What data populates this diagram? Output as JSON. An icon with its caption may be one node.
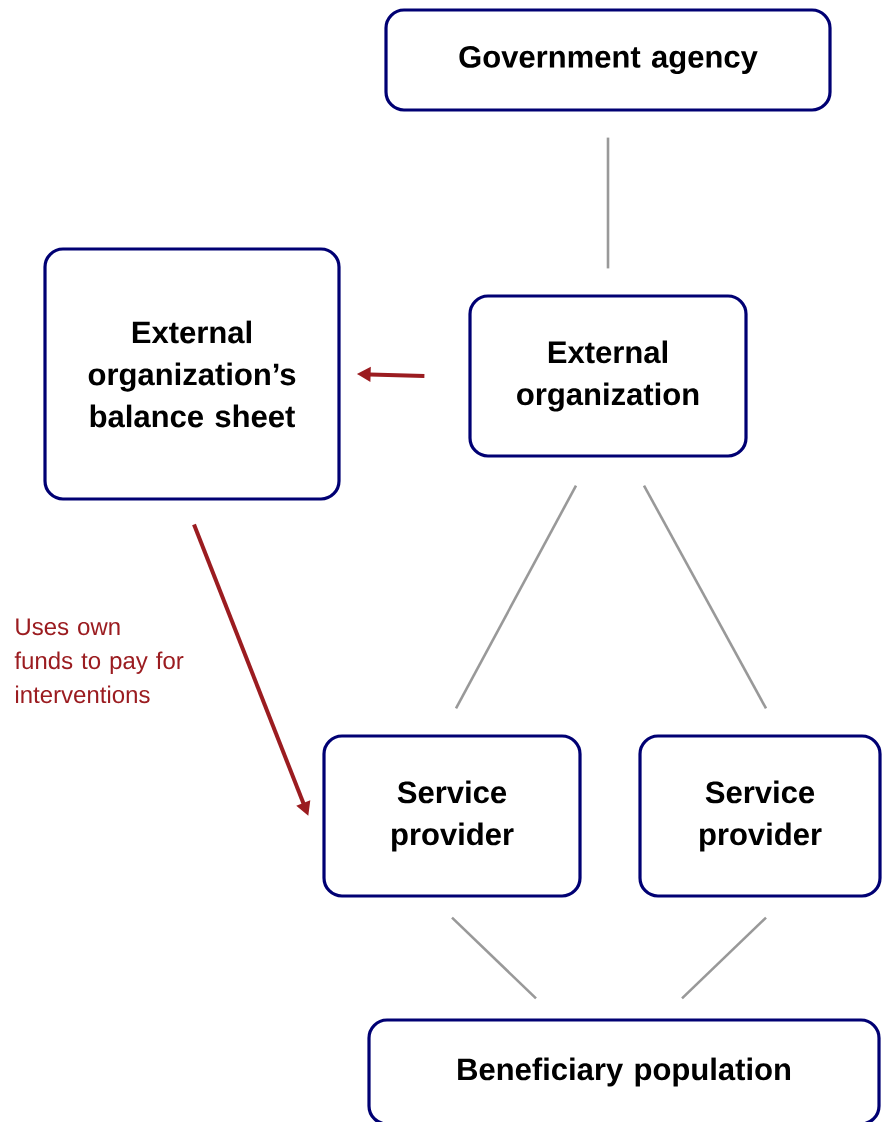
{
  "diagram": {
    "nodes": [
      {
        "text": [
          "Government agency"
        ]
      },
      {
        "text": [
          "External organization’s balance sheet"
        ]
      },
      {
        "text": [
          "External organization"
        ]
      },
      {
        "text": [
          "Service provider"
        ]
      },
      {
        "text": [
          "Service provider"
        ]
      },
      {
        "text": [
          "Beneficiary population"
        ]
      }
    ],
    "edges": [
      {
        "from": 0,
        "to": 2,
        "arrow": "none"
      },
      {
        "from": 2,
        "to": 1,
        "arrow": "to",
        "color": "#9b1c20"
      },
      {
        "from": 2,
        "to": 3,
        "arrow": "none"
      },
      {
        "from": 2,
        "to": 4,
        "arrow": "none"
      },
      {
        "from": 1,
        "to": 3,
        "arrow": "to",
        "color": "#9b1c20",
        "label": "Uses own funds to pay for interventions"
      },
      {
        "from": 3,
        "to": 5,
        "arrow": "none"
      },
      {
        "from": 4,
        "to": 5,
        "arrow": "none"
      }
    ]
  }
}
